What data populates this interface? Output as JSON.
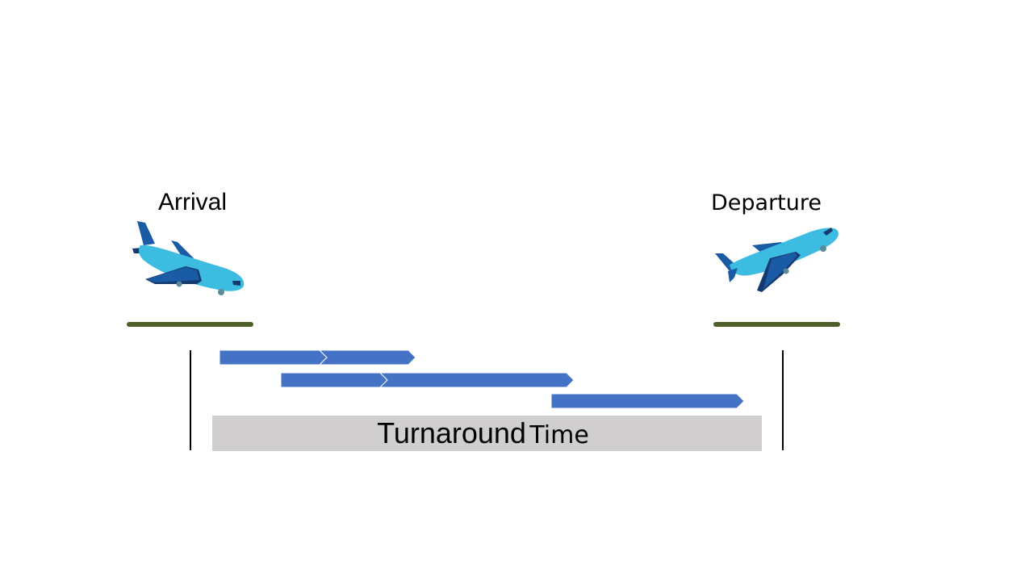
{
  "arrival": {
    "label": "Arrival",
    "icon": "plane-landing-icon"
  },
  "departure": {
    "label": "Departure",
    "icon": "plane-takeoff-icon"
  },
  "turnaround": {
    "word1": "Turnaround",
    "word2": "Time"
  },
  "colors": {
    "bar_fill": "#4472C4",
    "bar_border": "#2F528F",
    "turnaround_fill": "#D0CECE",
    "ground": "#4F5F2A",
    "plane_light": "#3BBCE0",
    "plane_dark": "#1A5BA6",
    "plane_deep": "#16396E"
  }
}
